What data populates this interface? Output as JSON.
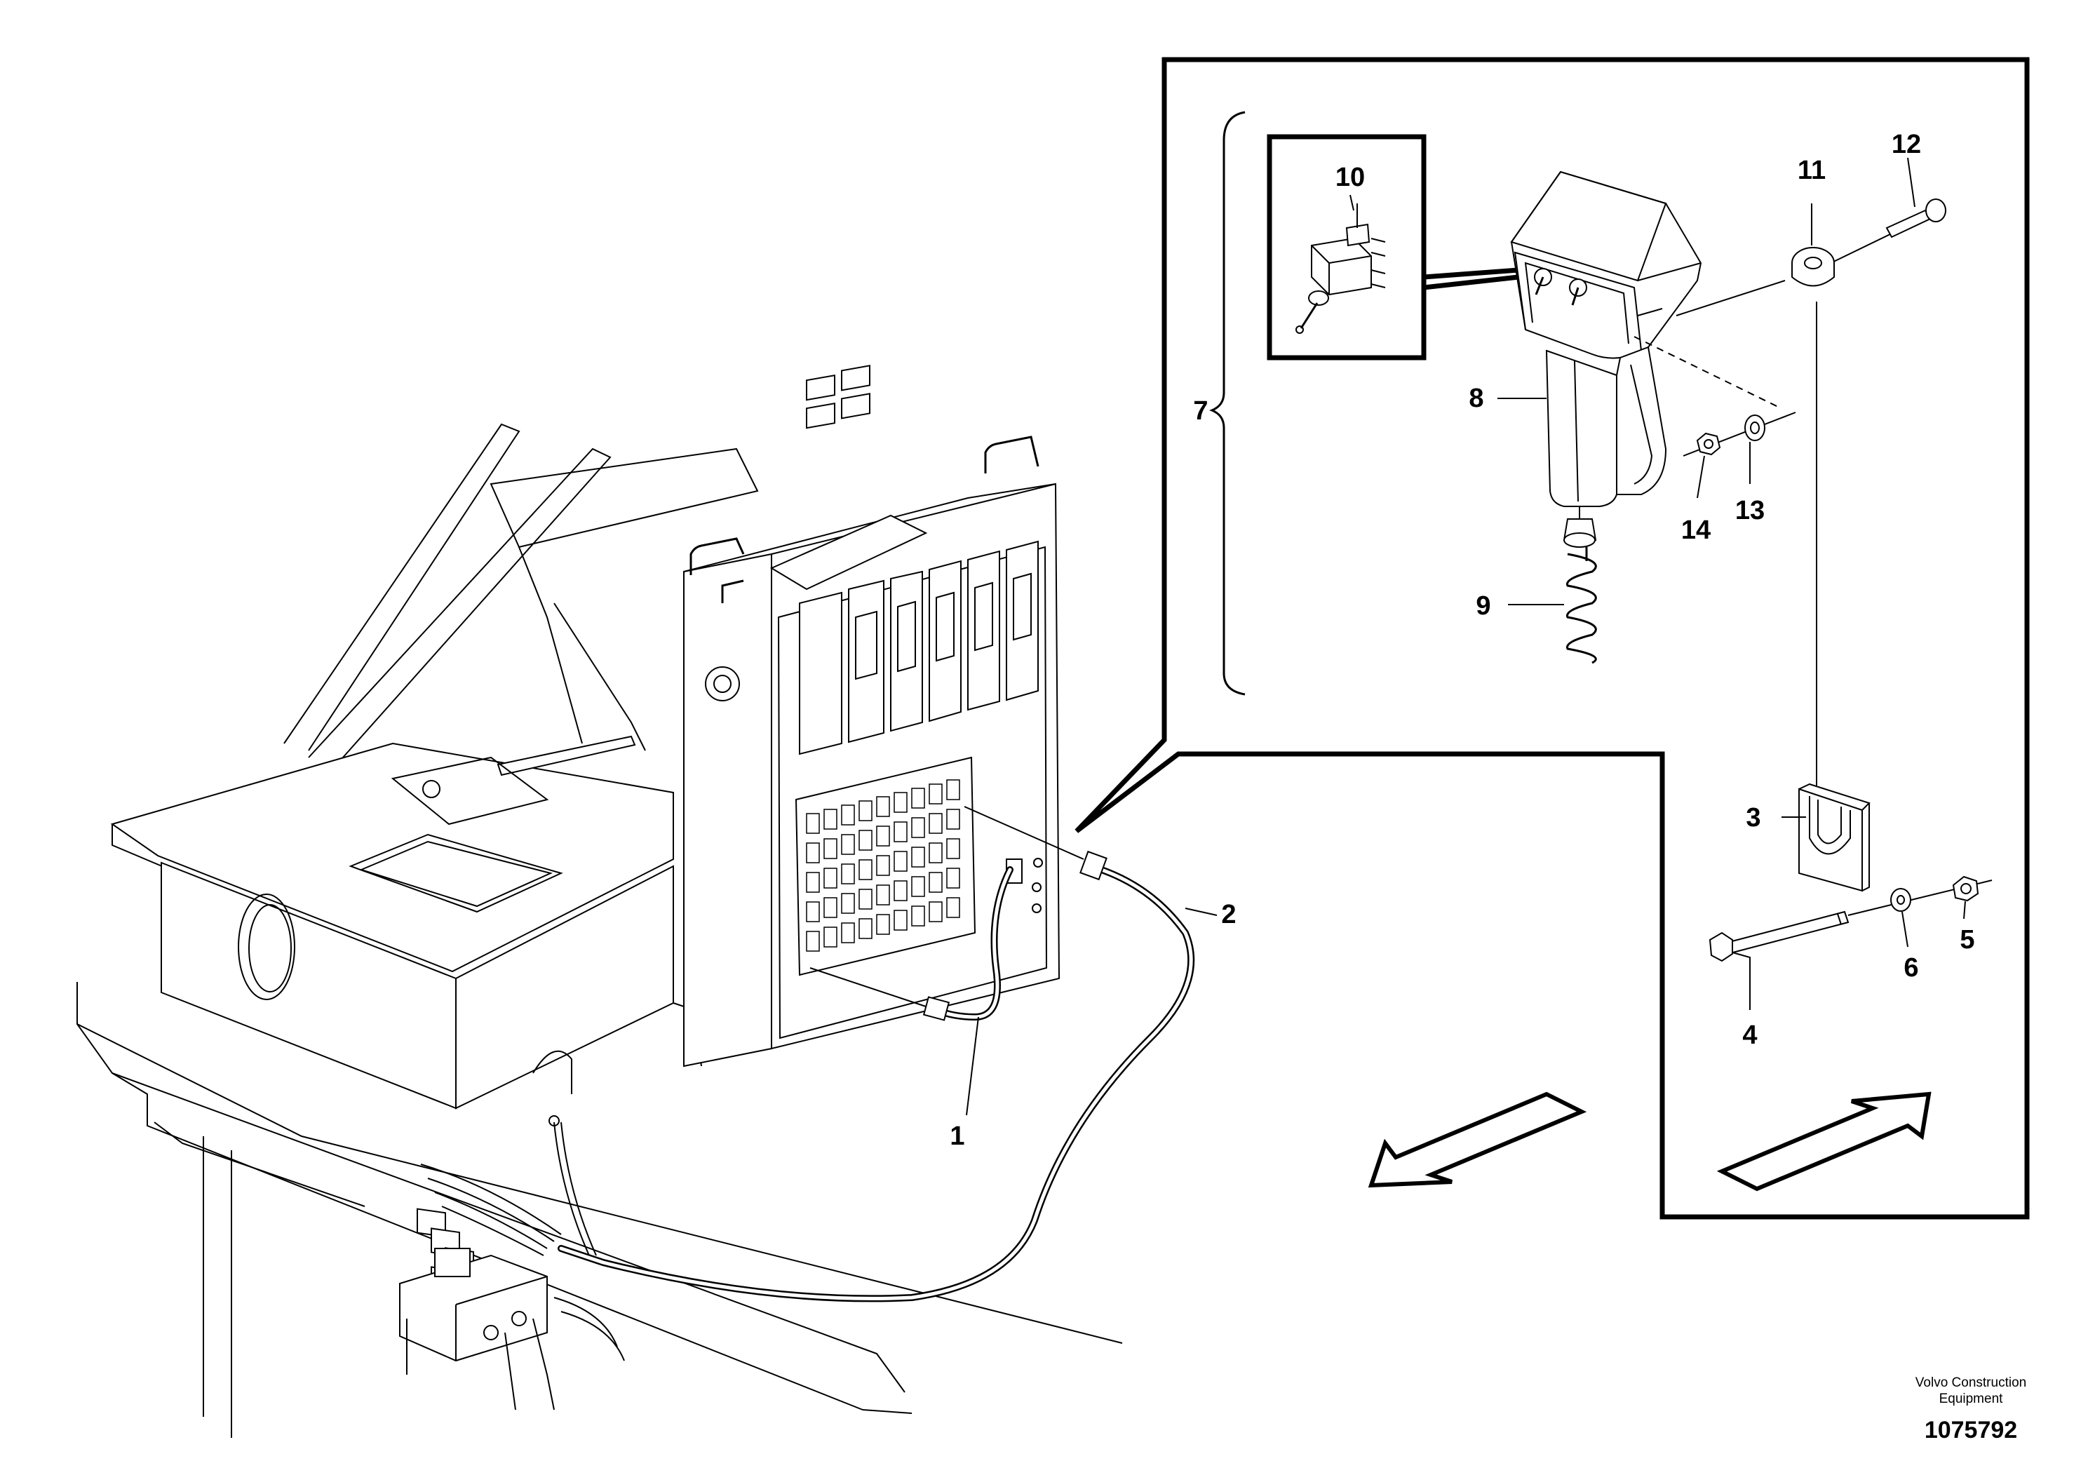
{
  "diagram": {
    "callouts": [
      {
        "id": "1",
        "label": "1"
      },
      {
        "id": "2",
        "label": "2"
      },
      {
        "id": "3",
        "label": "3"
      },
      {
        "id": "4",
        "label": "4"
      },
      {
        "id": "5",
        "label": "5"
      },
      {
        "id": "6",
        "label": "6"
      },
      {
        "id": "7",
        "label": "7"
      },
      {
        "id": "8",
        "label": "8"
      },
      {
        "id": "9",
        "label": "9"
      },
      {
        "id": "10",
        "label": "10"
      },
      {
        "id": "11",
        "label": "11"
      },
      {
        "id": "12",
        "label": "12"
      },
      {
        "id": "13",
        "label": "13"
      },
      {
        "id": "14",
        "label": "14"
      }
    ],
    "footer": {
      "company_line1": "Volvo Construction",
      "company_line2": "Equipment",
      "doc_number": "1075792"
    }
  }
}
